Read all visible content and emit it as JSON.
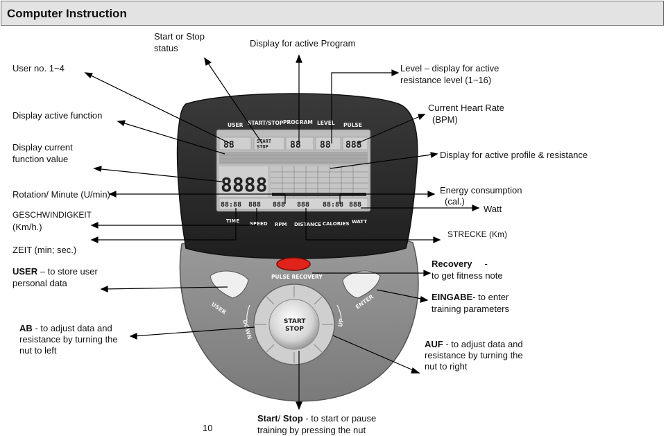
{
  "header": {
    "title": "Computer Instruction"
  },
  "labels": {
    "start_stop_status_1": "Start or Stop",
    "start_stop_status_2": "status",
    "active_program": "Display for active Program",
    "user_no": "User no. 1~4",
    "level_1": "Level – display for active",
    "level_2": "resistance level (1~16)",
    "active_function": "Display active function",
    "heart_rate_1": "Current Heart Rate",
    "heart_rate_2": "(BPM)",
    "function_value_1": "Display current",
    "function_value_2": "function value",
    "profile": "Display for active profile & resistance",
    "rotation": "Rotation/ Minute (U/min)",
    "energy_1": "Energy consumption",
    "energy_2": "(cal.)",
    "watt": "Watt",
    "speed_1": "GESCHWINDIGKEIT",
    "speed_2": "(Km/h.)",
    "distance": "STRECKE (Km)",
    "time": "ZEIT (min; sec.)",
    "user_bold": "USER",
    "user_desc_1": " – to store user",
    "user_desc_2": "personal data",
    "recovery_bold": "Recovery",
    "recovery_dash": "-",
    "recovery_desc": "to get fitness note",
    "enter_bold": "EINGABE",
    "enter_desc_1": "- to enter",
    "enter_desc_2": "training parameters",
    "ab_bold": "AB",
    "ab_desc_1": " - to adjust data and",
    "ab_desc_2": "resistance by turning the",
    "ab_desc_3": "nut to left",
    "auf_bold": "AUF",
    "auf_desc_1": " - to adjust data and",
    "auf_desc_2": "resistance by turning the",
    "auf_desc_3": "nut to right",
    "start_bold": "Start",
    "start_slash": "/ ",
    "stop_bold": "Stop",
    "start_desc_1": " - to start or pause",
    "start_desc_2": "training by pressing the nut"
  },
  "console": {
    "top_labels": [
      "USER",
      "START/STOP",
      "PROGRAM",
      "LEVEL",
      "PULSE"
    ],
    "bottom_labels": [
      "TIME",
      "SPEED",
      "RPM",
      "DISTANCE",
      "CALORIES",
      "WATT"
    ],
    "lcd_start": "START",
    "lcd_stop": "STOP",
    "seg_88": "88",
    "seg_888": "888",
    "seg_big": "8888",
    "seg_8888": "88:88",
    "pulse_recovery": "PULSE RECOVERY",
    "btn_user": "USER",
    "btn_enter": "ENTER",
    "knob_start": "START",
    "knob_stop": "STOP",
    "down": "DOWN",
    "up": "UP"
  },
  "page_number": "10",
  "colors": {
    "header_bg": "#e3e3e3",
    "console_dark": "#2a2a2a",
    "console_gray": "#8a8a8a",
    "lcd": "#b9b9b9",
    "recovery_button": "#e0241c"
  }
}
